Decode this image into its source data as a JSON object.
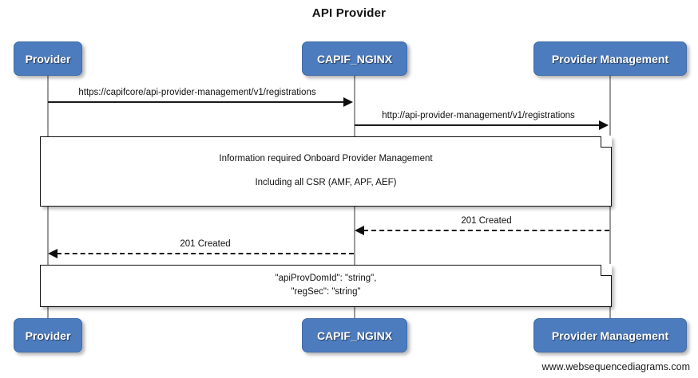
{
  "diagram": {
    "title": "API Provider",
    "watermark": "www.websequencediagrams.com",
    "accent_color": "#4d7cbe",
    "line_color": "#1a1a1a",
    "lifeline_color": "#9a9a9a",
    "background_color": "#ffffff"
  },
  "participants": [
    {
      "id": "provider",
      "label": "Provider"
    },
    {
      "id": "capif_nginx",
      "label": "CAPIF_NGINX"
    },
    {
      "id": "provider_management",
      "label": "Provider Management"
    }
  ],
  "participants_bottom": [
    {
      "id": "provider",
      "label": "Provider"
    },
    {
      "id": "capif_nginx",
      "label": "CAPIF_NGINX"
    },
    {
      "id": "provider_management",
      "label": "Provider Management"
    }
  ],
  "messages": [
    {
      "id": "msg-1",
      "label": "https://capifcore/api-provider-management/v1/registrations",
      "from": "provider",
      "to": "capif_nginx",
      "direction": "right",
      "style": "solid"
    },
    {
      "id": "msg-2",
      "label": "http://api-provider-management/v1/registrations",
      "from": "capif_nginx",
      "to": "provider_management",
      "direction": "right",
      "style": "solid"
    },
    {
      "id": "msg-3",
      "label": "201 Created",
      "from": "provider_management",
      "to": "capif_nginx",
      "direction": "left",
      "style": "dashed"
    },
    {
      "id": "msg-4",
      "label": "201 Created",
      "from": "capif_nginx",
      "to": "provider",
      "direction": "left",
      "style": "dashed"
    }
  ],
  "notes": [
    {
      "id": "note-1",
      "lines": [
        "Information required Onboard Provider Management",
        "Including all CSR (AMF, APF, AEF)"
      ]
    },
    {
      "id": "note-2",
      "lines": [
        "\"apiProvDomId\": \"string\",",
        "\"regSec\": \"string\""
      ]
    }
  ]
}
